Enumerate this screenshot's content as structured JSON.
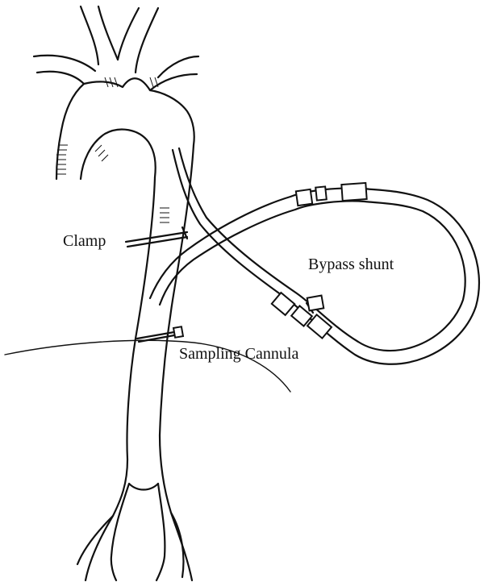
{
  "labels": {
    "clamp": "Clamp",
    "bypass_shunt": "Bypass shunt",
    "sampling_cannula": "Sampling Cannula"
  },
  "colors": {
    "ink": "#111111",
    "background": "#ffffff"
  }
}
